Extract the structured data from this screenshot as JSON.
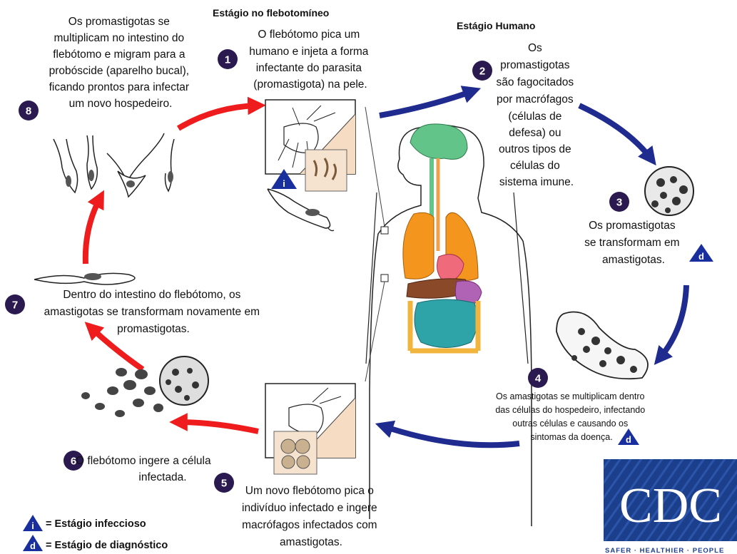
{
  "stage_titles": {
    "vector": "Estágio no flebotomíneo",
    "human": "Estágio Humano"
  },
  "steps": [
    {
      "number": "1",
      "lines": [
        "O flebótomo pica um",
        "humano e injeta a forma",
        "infectante do parasita",
        "(promastigota) na pele."
      ]
    },
    {
      "number": "2",
      "lines": [
        "Os",
        "promastigotas",
        "são fagocitados",
        "por macrófagos",
        "(células de",
        "defesa) ou",
        "outros tipos de",
        "células do",
        "sistema imune."
      ]
    },
    {
      "number": "3",
      "lines": [
        "Os promastigotas",
        "se transformam em",
        "amastigotas."
      ]
    },
    {
      "number": "4",
      "lines": [
        "Os amastigotas se multiplicam dentro",
        "das células do hospedeiro, infectando",
        "outras células e causando os",
        "sintomas da doença."
      ]
    },
    {
      "number": "5",
      "lines": [
        "Um novo flebótomo pica o",
        "indivíduo infectado e ingere",
        "macrófagos infectados com",
        "amastigotas."
      ]
    },
    {
      "number": "6",
      "lines": [
        "O flebótomo ingere a célula",
        "infectada."
      ]
    },
    {
      "number": "7",
      "lines": [
        "Dentro do intestino do flebótomo, os",
        "amastigotas se transformam novamente em",
        "promastigotas."
      ]
    },
    {
      "number": "8",
      "lines": [
        "Os promastigotas se",
        "multiplicam no intestino do",
        "flebótomo e migram para a",
        "probóscide (aparelho bucal),",
        "ficando prontos para infectar",
        "um novo hospedeiro."
      ]
    }
  ],
  "legend": {
    "infectious_symbol": "i",
    "infectious_label": "= Estágio infeccioso",
    "diagnostic_symbol": "d",
    "diagnostic_label": "= Estágio de diagnóstico"
  },
  "logo": {
    "name": "CDC",
    "tagline": "SAFER · HEALTHIER · PEOPLE"
  },
  "colors": {
    "red_arrow": "#ee1c1c",
    "blue_arrow": "#1f2b8e",
    "badge": "#2a1a4f",
    "triangle": "#1a2f9e",
    "cdc_blue": "#1c3f8c",
    "lung": "#f4961e",
    "brain": "#63c489",
    "intestine": "#2ea3a8",
    "stomach": "#7b2d7a"
  }
}
